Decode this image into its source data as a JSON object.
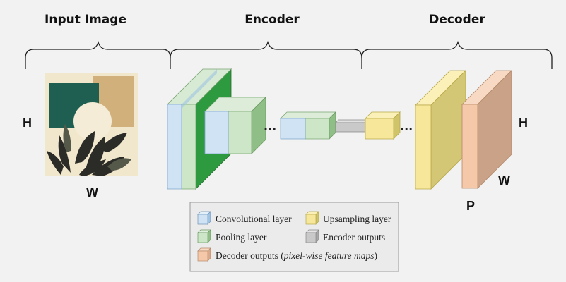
{
  "sections": {
    "input_image": "Input Image",
    "encoder": "Encoder",
    "decoder": "Decoder"
  },
  "input_dims": {
    "height": "H",
    "width": "W"
  },
  "output_dims": {
    "height": "H",
    "width": "W",
    "depth": "P"
  },
  "ellipsis": "...",
  "legend": {
    "conv": "Convolutional layer",
    "upsampling": "Upsampling layer",
    "pooling": "Pooling layer",
    "encoder_outputs": "Encoder outputs",
    "decoder_outputs_main": "Decoder outputs (",
    "decoder_outputs_italic": "pixel-wise feature maps",
    "decoder_outputs_close": ")"
  },
  "colors": {
    "conv_face": "#cfe3f4",
    "conv_side": "#9fc3e3",
    "pool_face": "#cde6c8",
    "pool_side": "#8fbf86",
    "pool_dark": "#2e9a3f",
    "upsample_face": "#f6e79a",
    "upsample_side": "#cfc46a",
    "encoder_out": "#c9c9c9",
    "decoder_face": "#f4c8a8",
    "decoder_side": "#c9a287"
  }
}
